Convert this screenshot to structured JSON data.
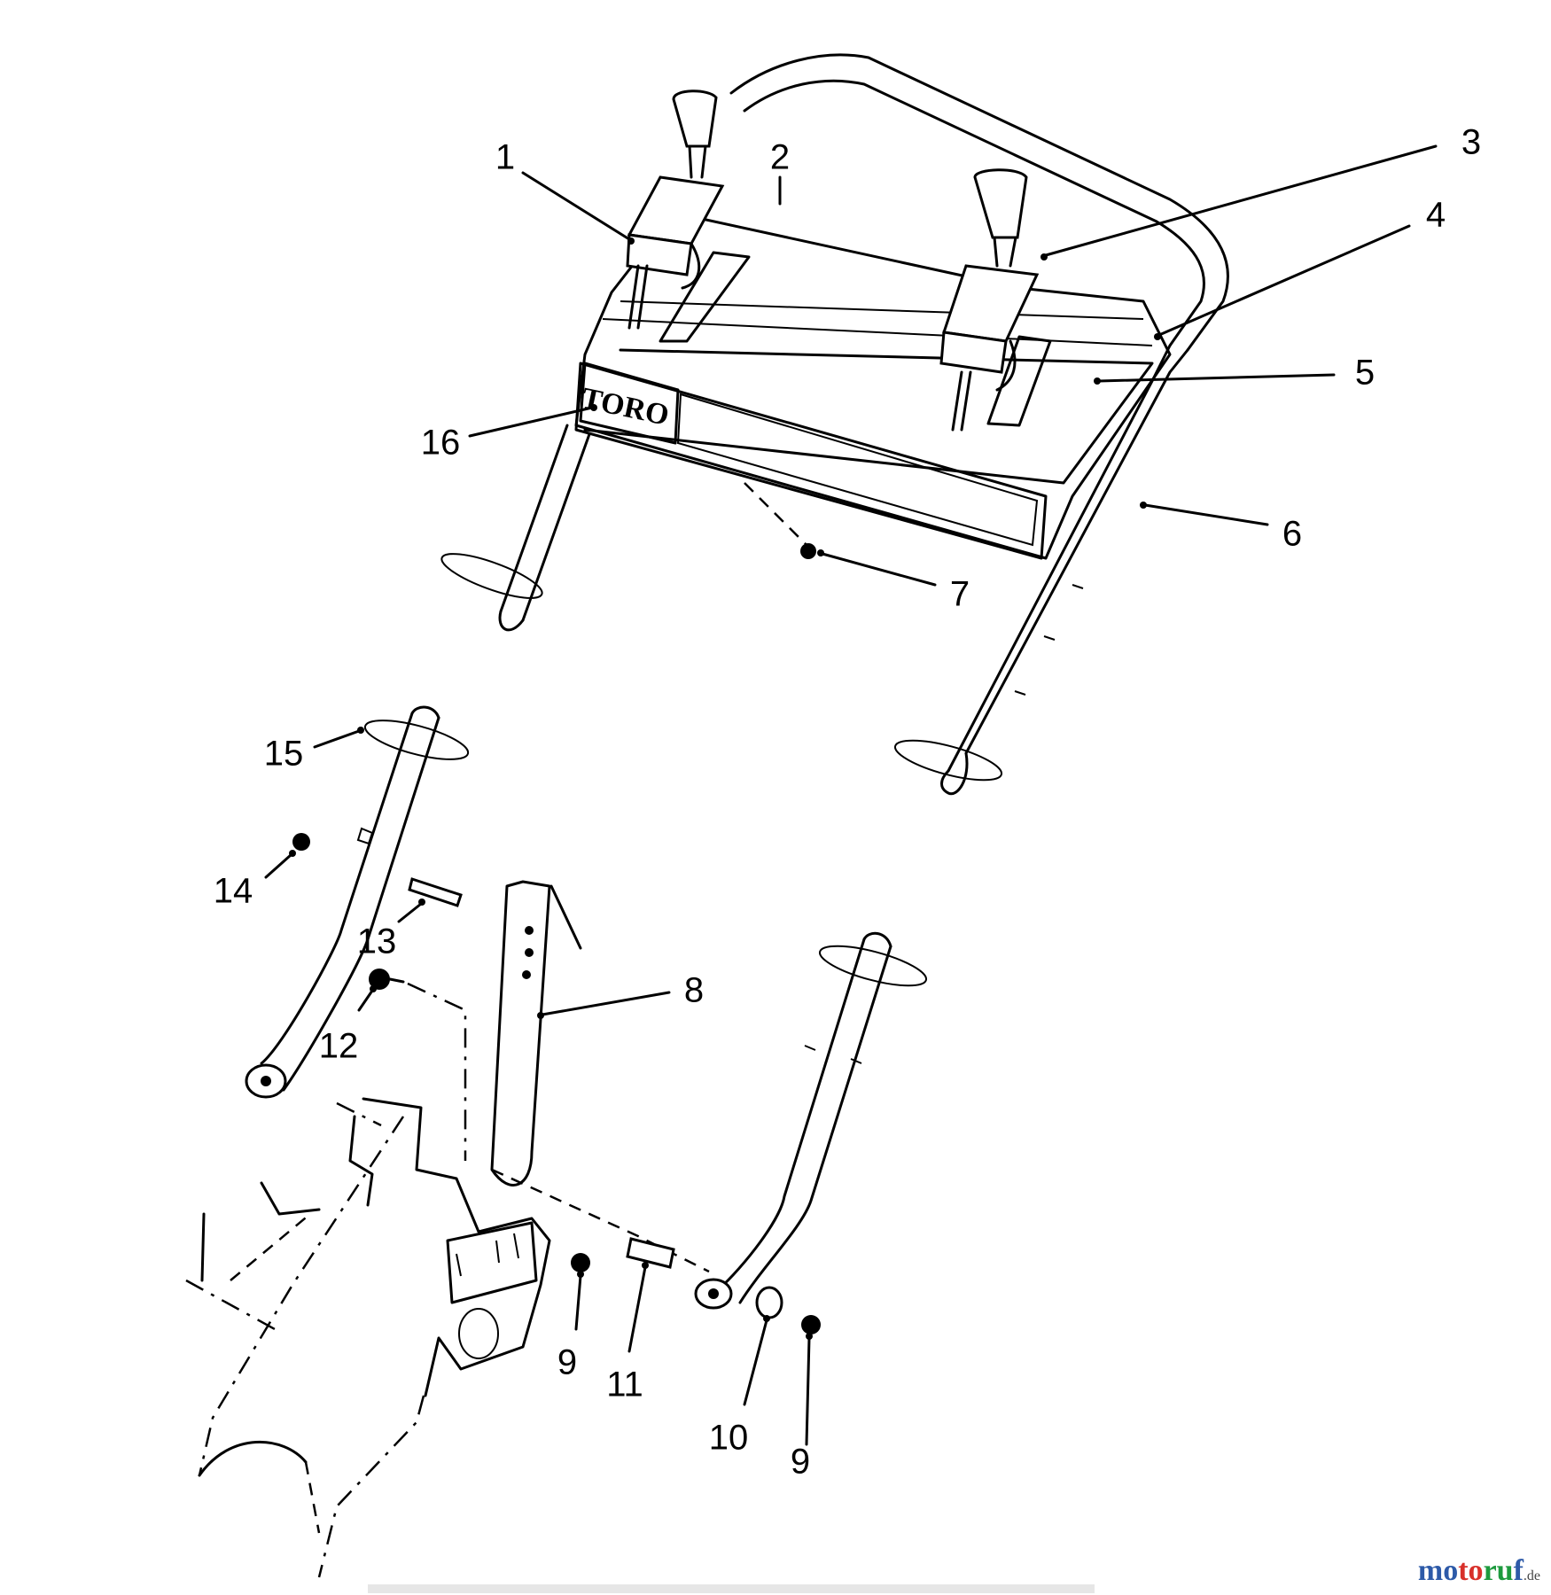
{
  "diagram": {
    "brand_decal": "TORO",
    "callouts": {
      "c1": "1",
      "c2": "2",
      "c3": "3",
      "c4": "4",
      "c5": "5",
      "c6": "6",
      "c7": "7",
      "c8": "8",
      "c9a": "9",
      "c9b": "9",
      "c10": "10",
      "c11": "11",
      "c12": "12",
      "c13": "13",
      "c14": "14",
      "c15": "15",
      "c16": "16"
    }
  },
  "watermark": {
    "part1": "mo",
    "part2": "to",
    "part3": "ru",
    "part4": "f",
    "suffix": ".de"
  }
}
